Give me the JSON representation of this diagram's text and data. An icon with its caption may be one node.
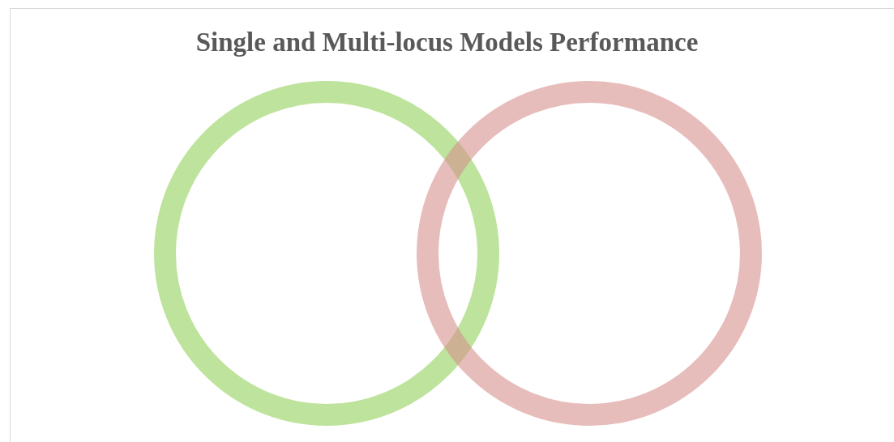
{
  "diagram": {
    "title": "Single and Multi-locus Models Performance",
    "nodes": [
      {
        "text": [],
        "shape": "circle"
      },
      {
        "text": [],
        "shape": "circle"
      }
    ]
  }
}
